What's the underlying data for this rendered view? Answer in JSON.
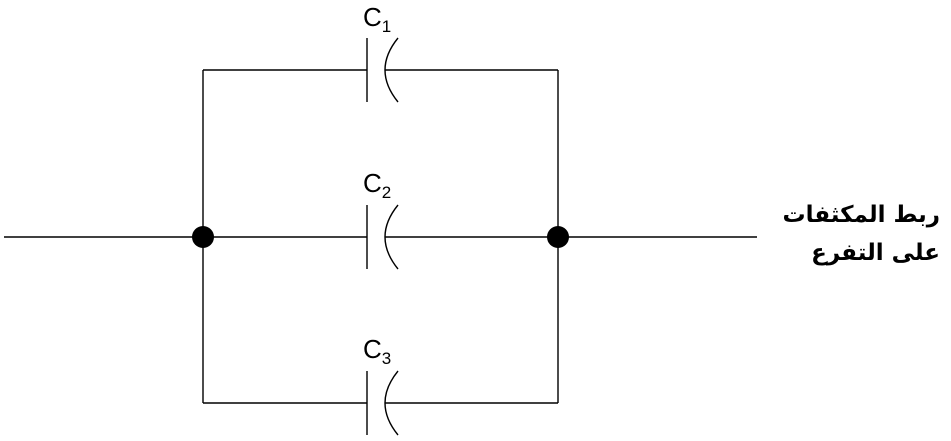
{
  "diagram": {
    "capacitors": [
      {
        "letter": "C",
        "index": "1"
      },
      {
        "letter": "C",
        "index": "2"
      },
      {
        "letter": "C",
        "index": "3"
      }
    ],
    "caption": {
      "line1": "ربط المكثفات",
      "line2": "على التفرع"
    }
  }
}
